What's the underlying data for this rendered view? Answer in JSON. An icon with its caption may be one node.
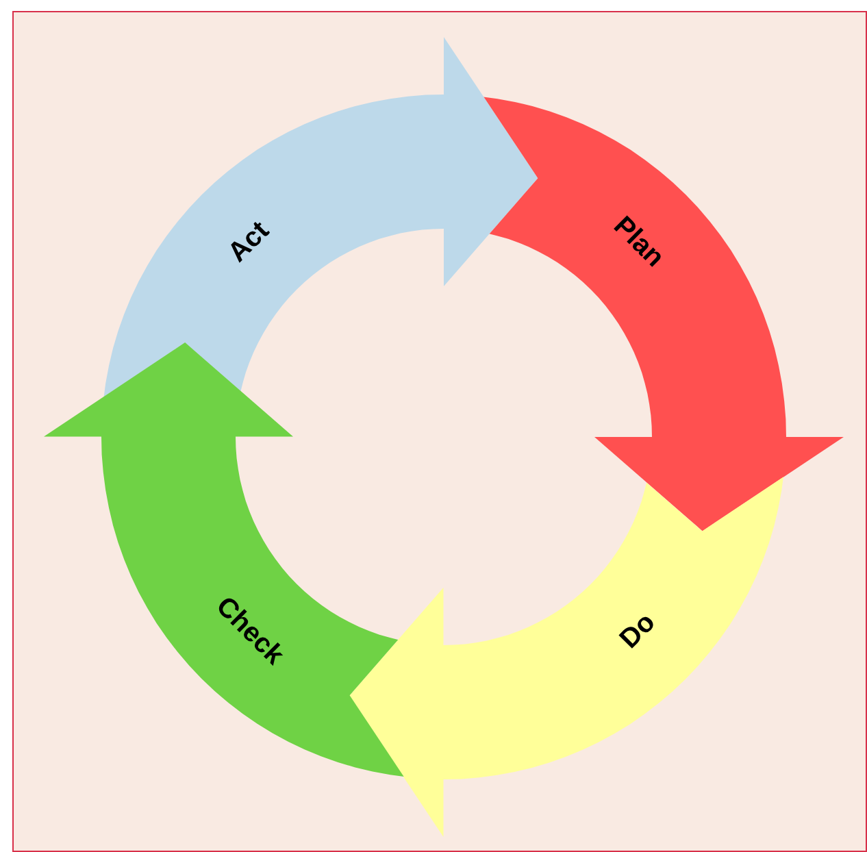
{
  "diagram": {
    "nodes": [
      {
        "text": [
          "Act"
        ]
      },
      {
        "text": [
          "Plan"
        ]
      },
      {
        "text": [
          "Do"
        ]
      },
      {
        "text": [
          "Check"
        ]
      }
    ]
  }
}
